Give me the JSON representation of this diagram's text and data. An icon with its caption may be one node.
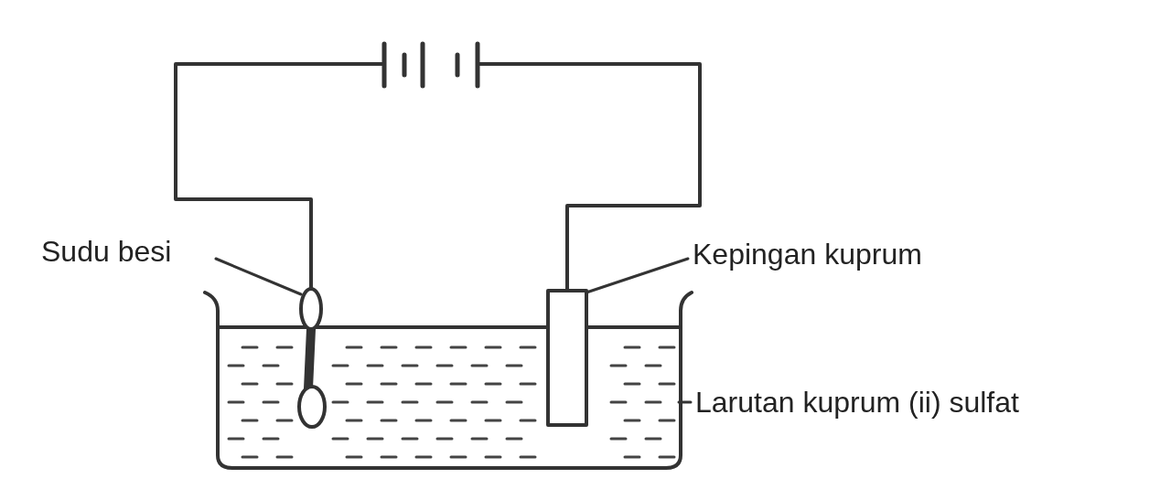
{
  "diagram": {
    "nodes": [
      {
        "text": [],
        "shape": "battery"
      },
      {
        "text": [
          "Sudu besi"
        ]
      },
      {
        "text": [],
        "shape": "picture"
      },
      {
        "text": [
          "Kepingan kuprum"
        ]
      },
      {
        "text": [],
        "shape": "bar"
      },
      {
        "text": [
          "Larutan kuprum (ii) sulfat"
        ]
      },
      {
        "text": [],
        "shape": "picture"
      }
    ],
    "edges": [
      {
        "from": 0,
        "to": 2,
        "arrow": "none"
      },
      {
        "from": 0,
        "to": 4,
        "arrow": "none"
      },
      {
        "from": 1,
        "to": 2,
        "arrow": "none"
      },
      {
        "from": 3,
        "to": 4,
        "arrow": "none"
      },
      {
        "from": 5,
        "to": 6,
        "arrow": "none"
      }
    ]
  }
}
